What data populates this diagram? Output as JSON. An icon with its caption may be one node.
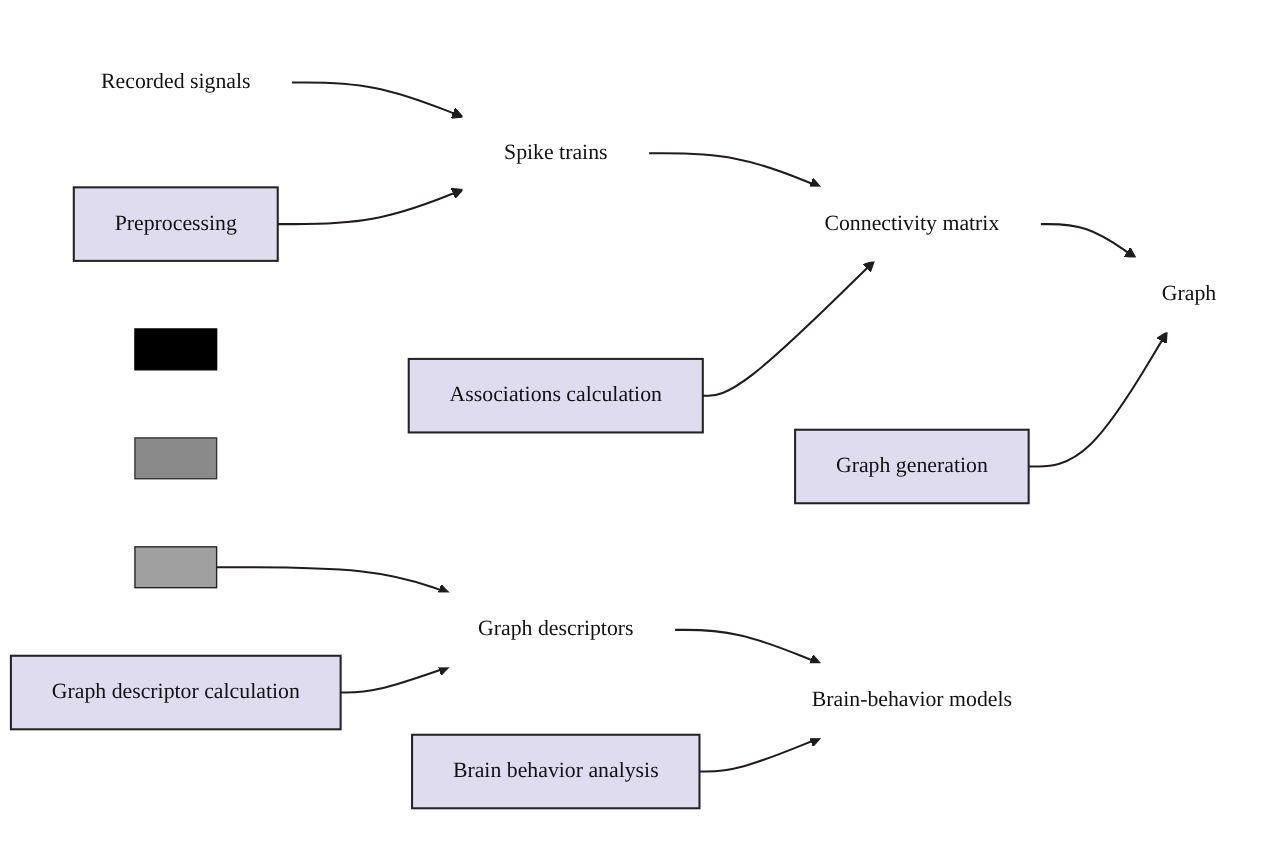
{
  "diagram": {
    "nodes": [
      {
        "text": [
          "Recorded signals"
        ]
      },
      {
        "text": [
          "Preprocessing"
        ]
      },
      {
        "text": [
          "Spike trains"
        ]
      },
      {
        "text": [
          "Associations calculation"
        ]
      },
      {
        "text": [
          "Connectivity matrix"
        ]
      },
      {
        "text": [
          "Graph generation"
        ]
      },
      {
        "text": [
          "Graph"
        ]
      },
      {
        "text": [],
        "shape": "box"
      },
      {
        "text": [],
        "shape": "box"
      },
      {
        "text": [],
        "shape": "box"
      },
      {
        "text": [
          "Graph descriptor calculation"
        ]
      },
      {
        "text": [
          "Graph descriptors"
        ]
      },
      {
        "text": [
          "Brain behavior analysis"
        ]
      },
      {
        "text": [
          "Brain-behavior models"
        ]
      }
    ],
    "edges": [
      {
        "from": 0,
        "to": 2,
        "arrow": "to"
      },
      {
        "from": 1,
        "to": 2,
        "arrow": "to"
      },
      {
        "from": 2,
        "to": 4,
        "arrow": "to"
      },
      {
        "from": 3,
        "to": 4,
        "arrow": "to"
      },
      {
        "from": 4,
        "to": 6,
        "arrow": "to"
      },
      {
        "from": 5,
        "to": 6,
        "arrow": "to"
      },
      {
        "from": 9,
        "to": 11,
        "arrow": "to"
      },
      {
        "from": 10,
        "to": 11,
        "arrow": "to"
      },
      {
        "from": 11,
        "to": 13,
        "arrow": "to"
      },
      {
        "from": 12,
        "to": 13,
        "arrow": "to"
      }
    ]
  }
}
